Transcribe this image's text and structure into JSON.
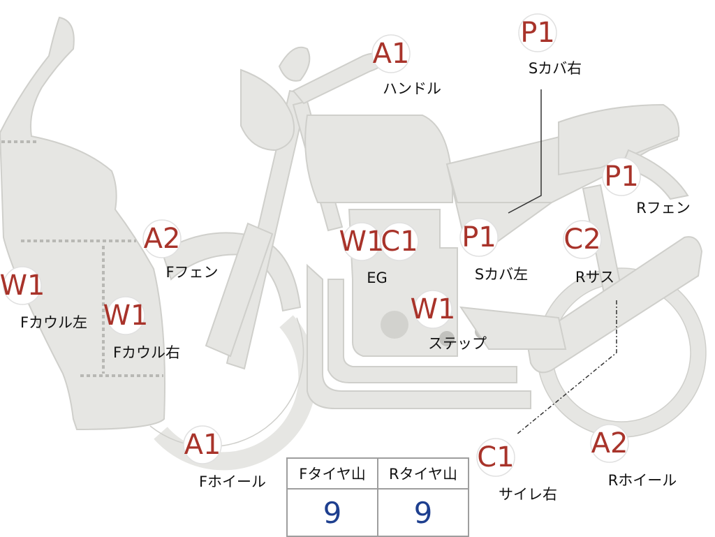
{
  "parts": [
    {
      "id": "handle",
      "code": "A1",
      "label": "ハンドル"
    },
    {
      "id": "seat-cover-right",
      "code": "P1",
      "label": "Sカバ右"
    },
    {
      "id": "rear-fender",
      "code": "P1",
      "label": "Rフェン"
    },
    {
      "id": "front-fender",
      "code": "A2",
      "label": "Fフェン"
    },
    {
      "id": "engine",
      "code": "W1",
      "label": "EG"
    },
    {
      "id": "engine-c",
      "code": "C1",
      "label": ""
    },
    {
      "id": "seat-cover-left",
      "code": "P1",
      "label": "Sカバ左"
    },
    {
      "id": "rear-suspension",
      "code": "C2",
      "label": "Rサス"
    },
    {
      "id": "front-cowl-left",
      "code": "W1",
      "label": "Fカウル左"
    },
    {
      "id": "front-cowl-right",
      "code": "W1",
      "label": "Fカウル右"
    },
    {
      "id": "step",
      "code": "W1",
      "label": "ステップ"
    },
    {
      "id": "front-wheel",
      "code": "A1",
      "label": "Fホイール"
    },
    {
      "id": "muffler-right",
      "code": "C1",
      "label": "サイレ右"
    },
    {
      "id": "rear-wheel",
      "code": "A2",
      "label": "Rホイール"
    }
  ],
  "tire_table": {
    "headers": [
      "Fタイヤ山",
      "Rタイヤ山"
    ],
    "values": [
      "9",
      "9"
    ]
  },
  "colors": {
    "code": "#a8332a",
    "value": "#1e3f8f",
    "part": "#e6e6e3"
  }
}
